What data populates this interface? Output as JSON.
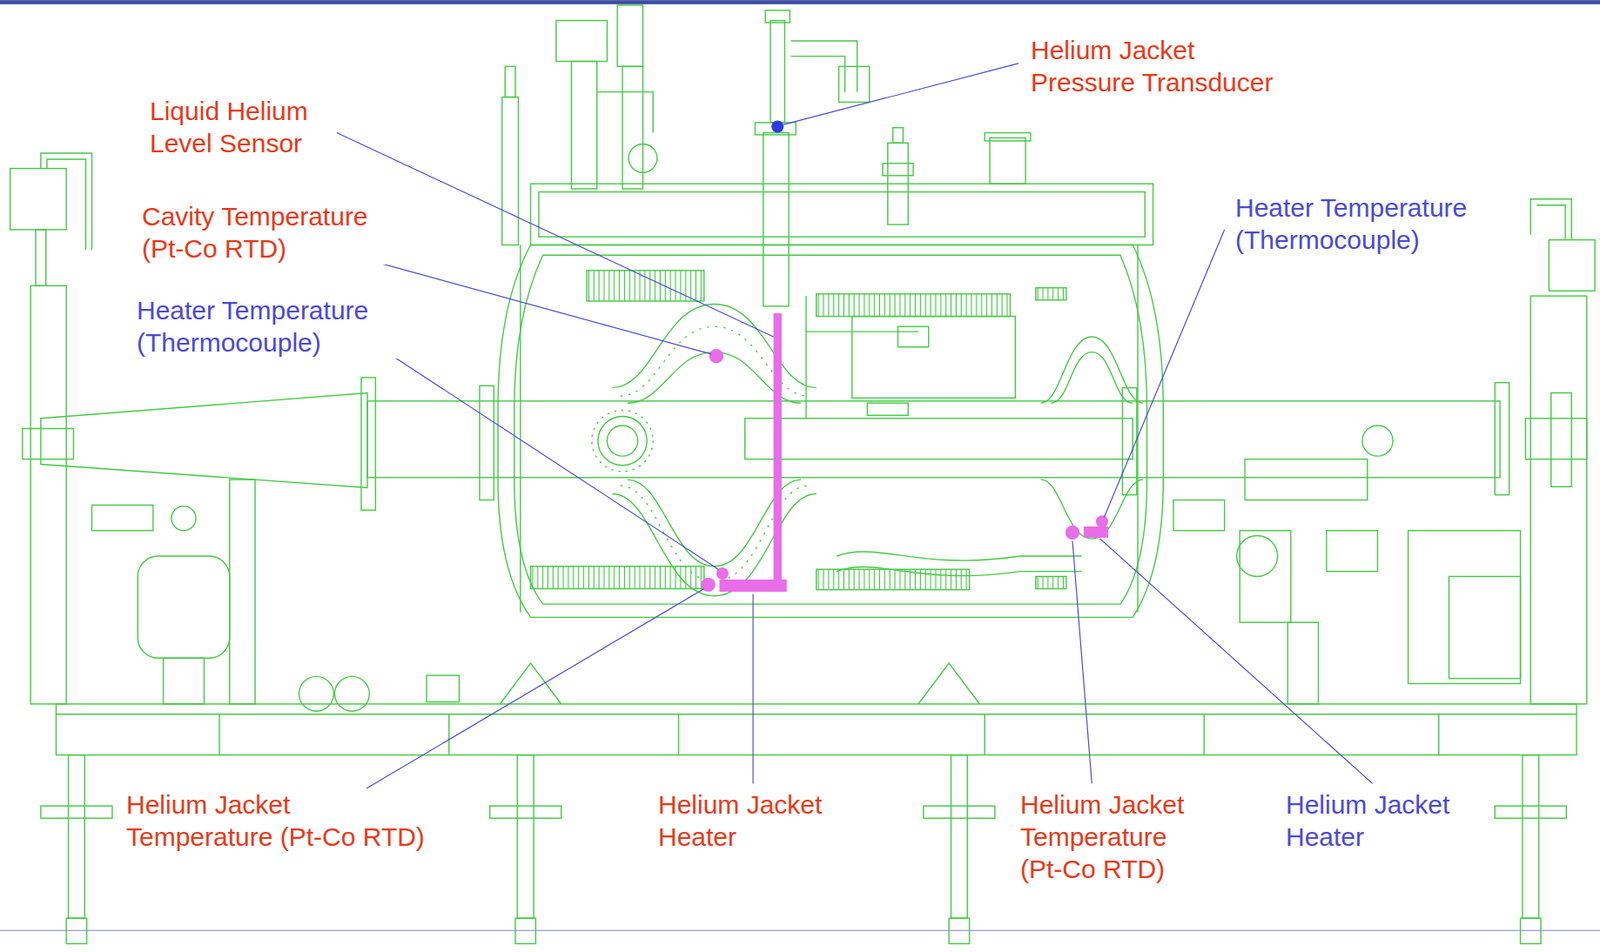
{
  "diagram": {
    "labels": [
      "Helium Jacket Pressure Transducer",
      "Liquid Helium Level Sensor",
      "Cavity Temperature (Pt-Co RTD)",
      "Heater Temperature (Thermocouple)",
      "Heater Temperature (Thermocouple)",
      "Helium Jacket Temperature (Pt-Co RTD)",
      "Helium Jacket Heater",
      "Helium Jacket Temperature (Pt-Co RTD)",
      "Helium Jacket Heater"
    ]
  }
}
